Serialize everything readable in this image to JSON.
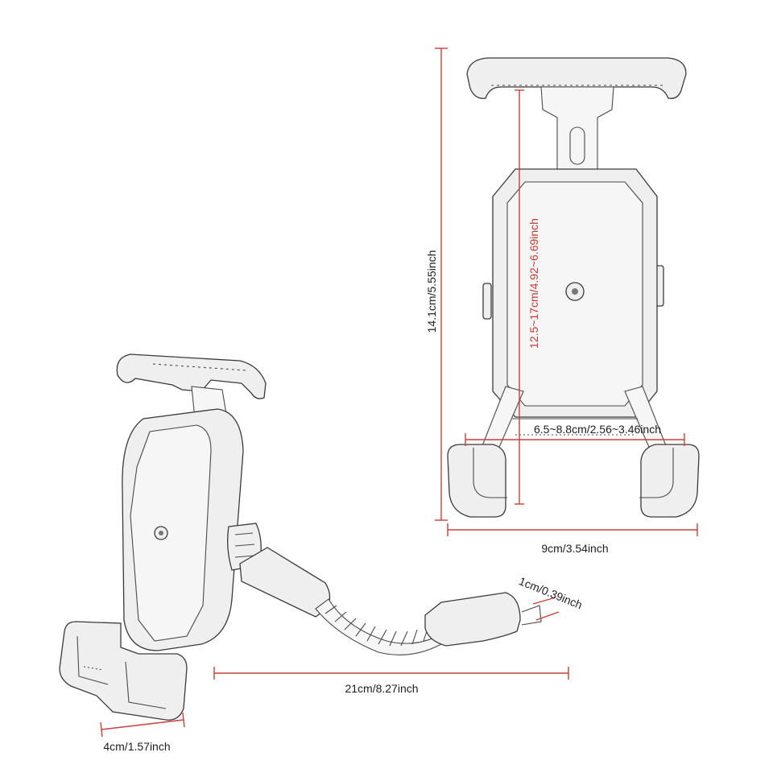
{
  "dimensions": {
    "height_total": "14.1cm/5.55inch",
    "phone_length": "12.5~17cm/4.92~6.69inch",
    "phone_width": "6.5~8.8cm/2.56~3.46inch",
    "holder_width": "9cm/3.54inch",
    "bolt_size": "1cm/0.39inch",
    "arm_length": "21cm/8.27inch",
    "foot_width": "4cm/1.57inch"
  },
  "colors": {
    "dimension_line": "#c8403a",
    "sketch_ink": "#3a3a3a",
    "sketch_fill": "#efefef",
    "background": "#ffffff"
  }
}
